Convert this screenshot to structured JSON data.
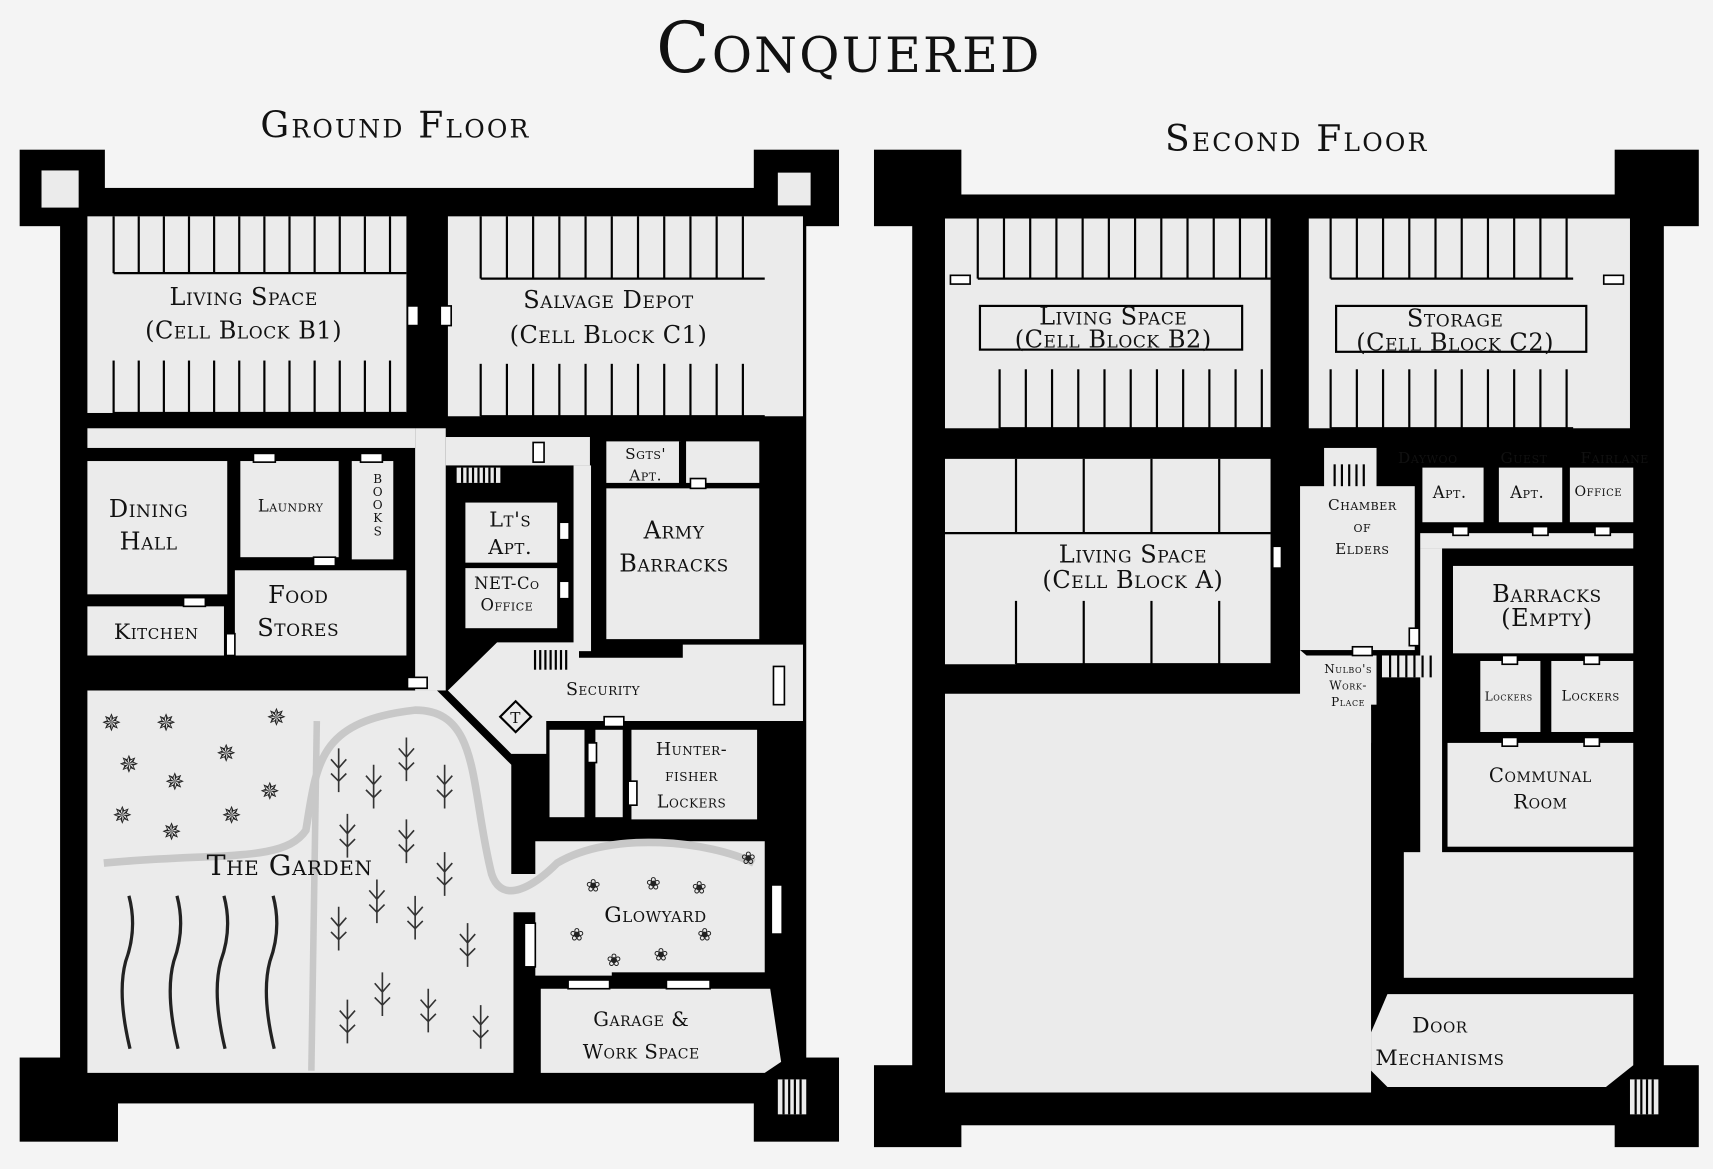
{
  "title": "Conquered",
  "colors": {
    "wall": "#000000",
    "floor": "#ebebeb",
    "background": "#f4f4f4",
    "path": "#c8c8c8"
  },
  "ground_floor": {
    "heading": "Ground Floor",
    "rooms": [
      {
        "lines": [
          "Living Space",
          "(Cell Block B1)"
        ]
      },
      {
        "lines": [
          "Salvage Depot",
          "(Cell Block C1)"
        ]
      },
      {
        "lines": [
          "Dining",
          "Hall"
        ]
      },
      {
        "lines": [
          "Laundry"
        ]
      },
      {
        "lines": [
          "B",
          "O",
          "O",
          "K",
          "S"
        ]
      },
      {
        "lines": [
          "Kitchen"
        ]
      },
      {
        "lines": [
          "Food",
          "Stores"
        ]
      },
      {
        "lines": [
          "Lt's",
          "Apt."
        ]
      },
      {
        "lines": [
          "NET-Co",
          "Office"
        ]
      },
      {
        "lines": [
          "Sgts'",
          "Apt."
        ]
      },
      {
        "lines": [
          "Army",
          "Barracks"
        ]
      },
      {
        "lines": [
          "Security"
        ]
      },
      {
        "lines": [
          "T"
        ]
      },
      {
        "lines": [
          "Hunter-",
          "fisher",
          "Lockers"
        ]
      },
      {
        "lines": [
          "The Garden"
        ]
      },
      {
        "lines": [
          "Glowyard"
        ]
      },
      {
        "lines": [
          "Garage &",
          "Work Space"
        ]
      }
    ]
  },
  "second_floor": {
    "heading": "Second Floor",
    "rooms": [
      {
        "lines": [
          "Living Space",
          "(Cell Block B2)"
        ]
      },
      {
        "lines": [
          "Storage",
          "(Cell Block C2)"
        ]
      },
      {
        "lines": [
          "Daywoo"
        ]
      },
      {
        "lines": [
          "Guest"
        ]
      },
      {
        "lines": [
          "Fairlane"
        ]
      },
      {
        "lines": [
          "Apt."
        ]
      },
      {
        "lines": [
          "Apt."
        ]
      },
      {
        "lines": [
          "Office"
        ]
      },
      {
        "lines": [
          "Chamber",
          "of",
          "Elders"
        ]
      },
      {
        "lines": [
          "Living Space",
          "(Cell Block A)"
        ]
      },
      {
        "lines": [
          "Barracks",
          "(Empty)"
        ]
      },
      {
        "lines": [
          "Nulbo's",
          "Work-",
          "Place"
        ]
      },
      {
        "lines": [
          "Lockers"
        ]
      },
      {
        "lines": [
          "Lockers"
        ]
      },
      {
        "lines": [
          "Communal",
          "Room"
        ]
      },
      {
        "lines": [
          "Door",
          "Mechanisms"
        ]
      }
    ]
  }
}
